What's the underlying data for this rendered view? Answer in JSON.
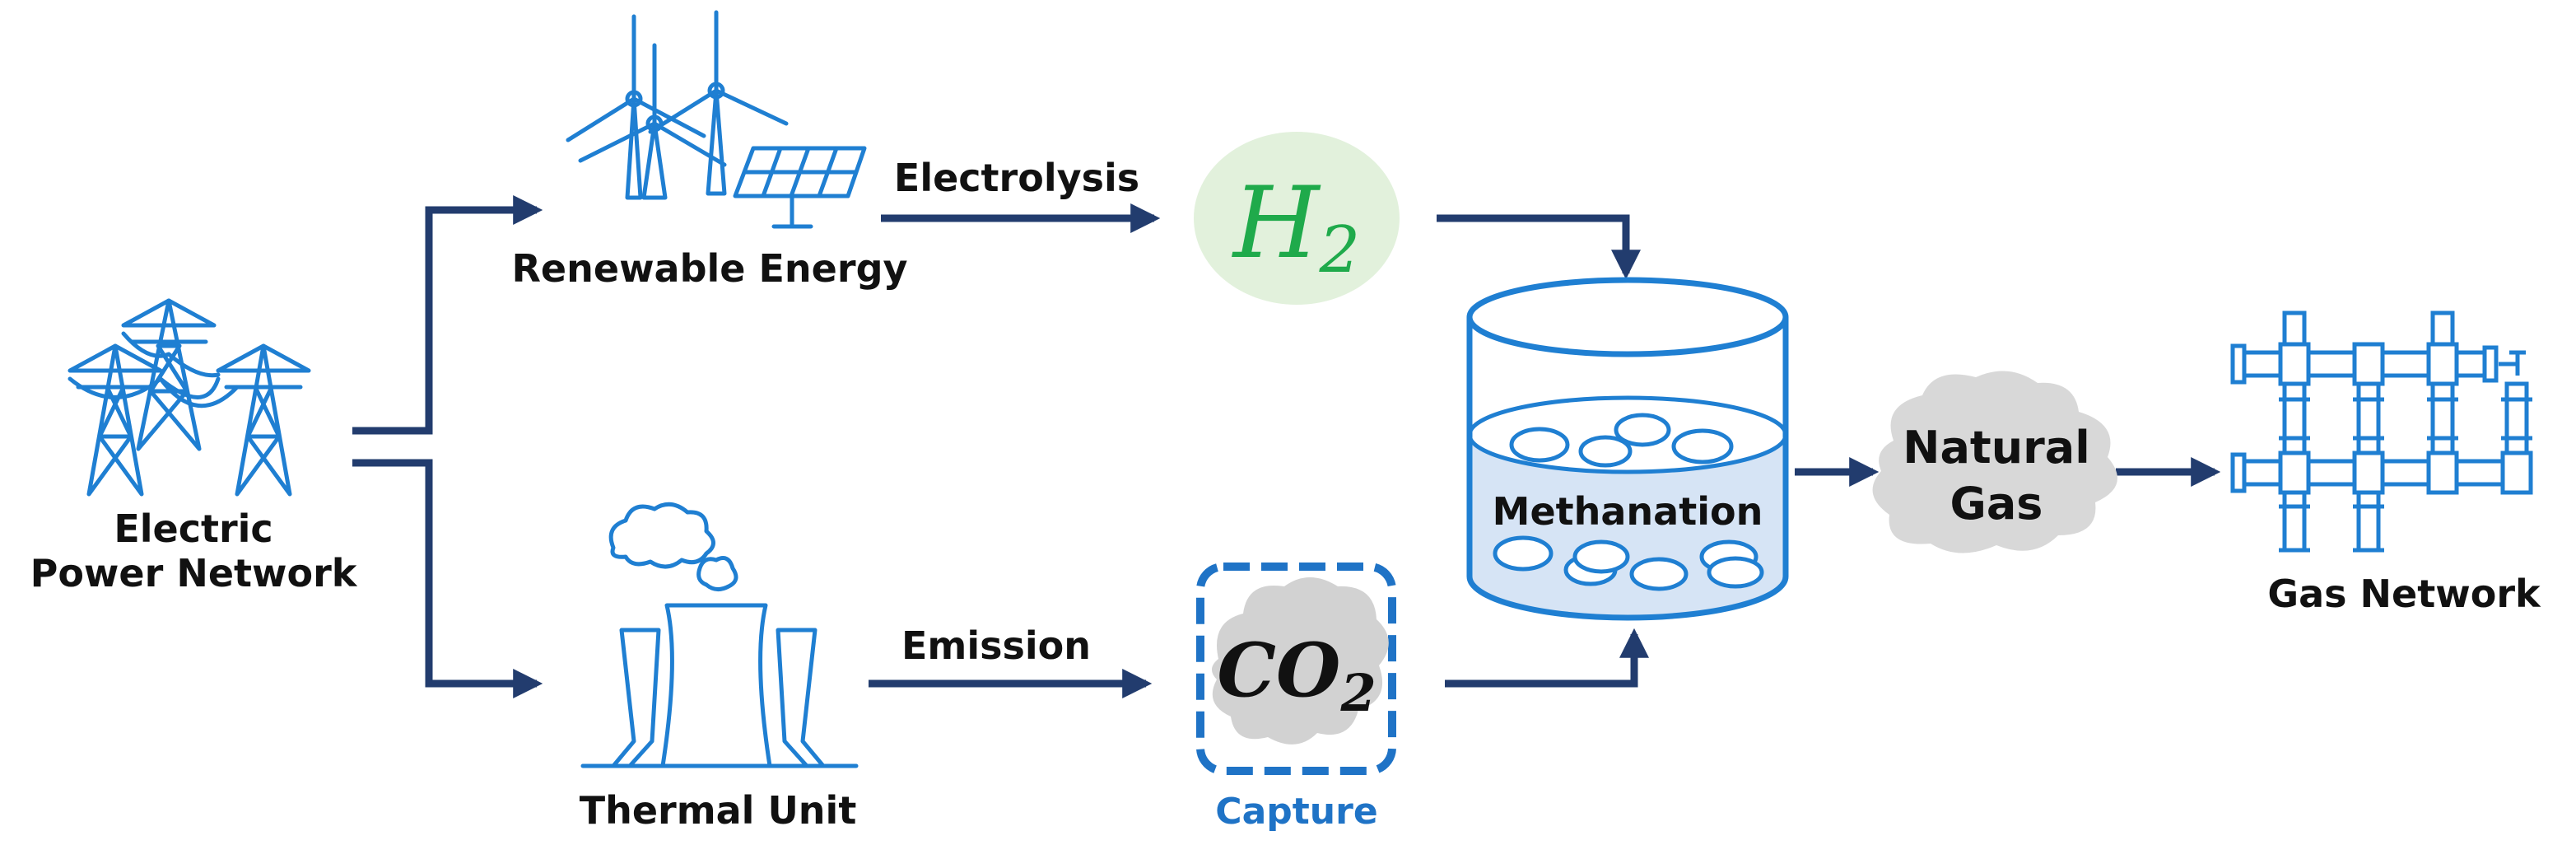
{
  "labels": {
    "electric_line1": "Electric",
    "electric_line2": "Power Network",
    "renewable": "Renewable Energy",
    "thermal": "Thermal Unit",
    "electrolysis": "Electrolysis",
    "emission": "Emission",
    "h2_base": "H",
    "h2_sub": "2",
    "co2_base": "CO",
    "co2_sub": "2",
    "capture": "Capture",
    "methanation": "Methanation",
    "natural_gas_line1": "Natural",
    "natural_gas_line2": "Gas",
    "gas_network": "Gas Network"
  },
  "colors": {
    "icon_blue": "#1f7fd2",
    "arrow_navy": "#223c6e",
    "h2_green": "#1faa4b",
    "h2_bubble": "#e2f1dc",
    "cloud_gray": "#d2d2d2",
    "tank_fill": "#d6e4f5",
    "capture_blue": "#1f73c6"
  },
  "icons": {
    "electric": "transmission-tower-icon",
    "renewable": "wind-solar-icon",
    "thermal": "cooling-tower-icon",
    "methanation": "reactor-tank-icon",
    "gas": "gas-network-icon"
  }
}
